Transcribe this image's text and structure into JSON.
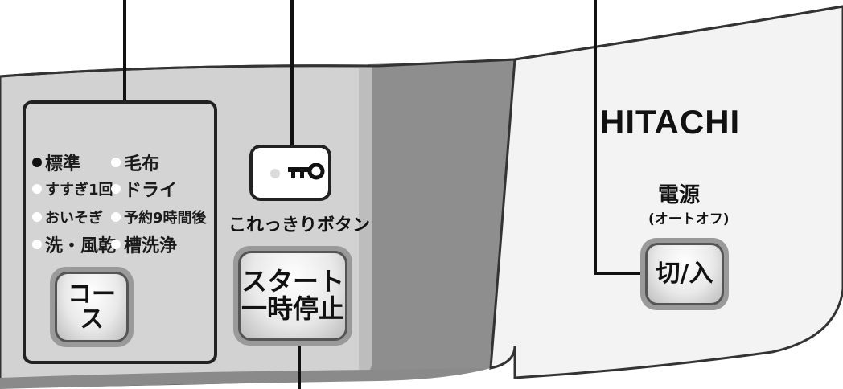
{
  "brand": "HITACHI",
  "course": {
    "indicators": [
      {
        "label": "標準",
        "active": true
      },
      {
        "label": "毛布",
        "active": false
      },
      {
        "label": "すすぎ1回",
        "active": false
      },
      {
        "label": "ドライ",
        "active": false
      },
      {
        "label": "おいそぎ",
        "active": false
      },
      {
        "label": "予約9時間後",
        "active": false
      },
      {
        "label": "洗・風乾",
        "active": false
      },
      {
        "label": "槽洗浄",
        "active": false
      }
    ],
    "button_label": "コース"
  },
  "lock": {
    "icon": "key-icon",
    "caption": "これっきりボタン"
  },
  "start": {
    "line1": "スタート",
    "line2": "一時停止"
  },
  "power": {
    "title": "電源",
    "subtitle": "(オートオフ)",
    "button_label": "切/入"
  },
  "colors": {
    "panel_light": "#d4d4d4",
    "panel_dark": "#8d8d8d",
    "panel_right": "#f2f2f2",
    "outline": "#222222"
  }
}
